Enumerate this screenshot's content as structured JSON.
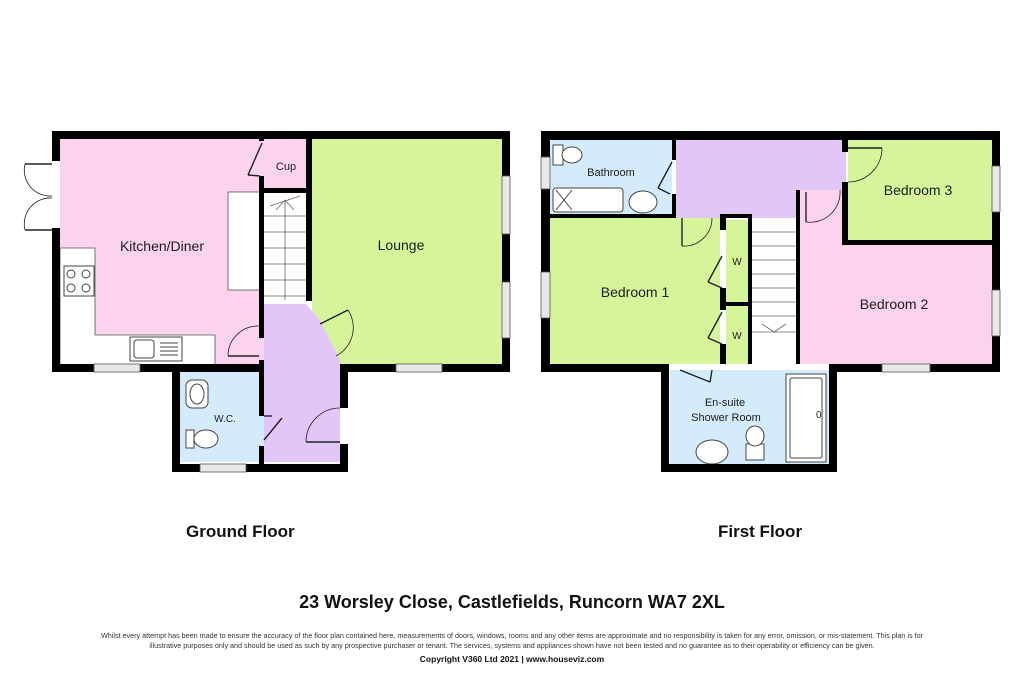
{
  "colors": {
    "wall": "#000000",
    "kitchen": "#fbd3ee",
    "lounge": "#d6f59a",
    "hall": "#e3c6f8",
    "wc": "#d4ebfb",
    "bathroom": "#d4ebfb",
    "bedroom1": "#d6f59a",
    "bedroom2": "#fbd3ee",
    "bedroom3": "#d6f59a",
    "landing": "#e3c6f8",
    "ensuite": "#d4ebfb",
    "wardrobe": "#d6f59a",
    "window": "#e8e8e8"
  },
  "ground_floor": {
    "title": "Ground Floor",
    "rooms": {
      "kitchen": "Kitchen/Diner",
      "cupboard": "Cup",
      "lounge": "Lounge",
      "wc": "W.C."
    }
  },
  "first_floor": {
    "title": "First Floor",
    "rooms": {
      "bathroom": "Bathroom",
      "bedroom1": "Bedroom 1",
      "bedroom2": "Bedroom 2",
      "bedroom3": "Bedroom 3",
      "wardrobe1": "W",
      "wardrobe2": "W",
      "ensuite_line1": "En-suite",
      "ensuite_line2": "Shower Room"
    }
  },
  "footer": {
    "address": "23 Worsley Close, Castlefields, Runcorn WA7 2XL",
    "disclaimer_line1": "Whilst every attempt has been made to ensure the accuracy of the floor plan contained here, measurements of doors, windows, rooms and any other items are approximate and no responsibility is taken for any error, omission, or mis-statement. This plan is for",
    "disclaimer_line2": "illustrative purposes only and should be used as such by any prospective purchaser or tenant. The services, systems and appliances shown have not been tested and no guarantee as to their operability or efficiency can be given.",
    "copyright": "Copyright V360 Ltd 2021 | www.houseviz.com"
  }
}
